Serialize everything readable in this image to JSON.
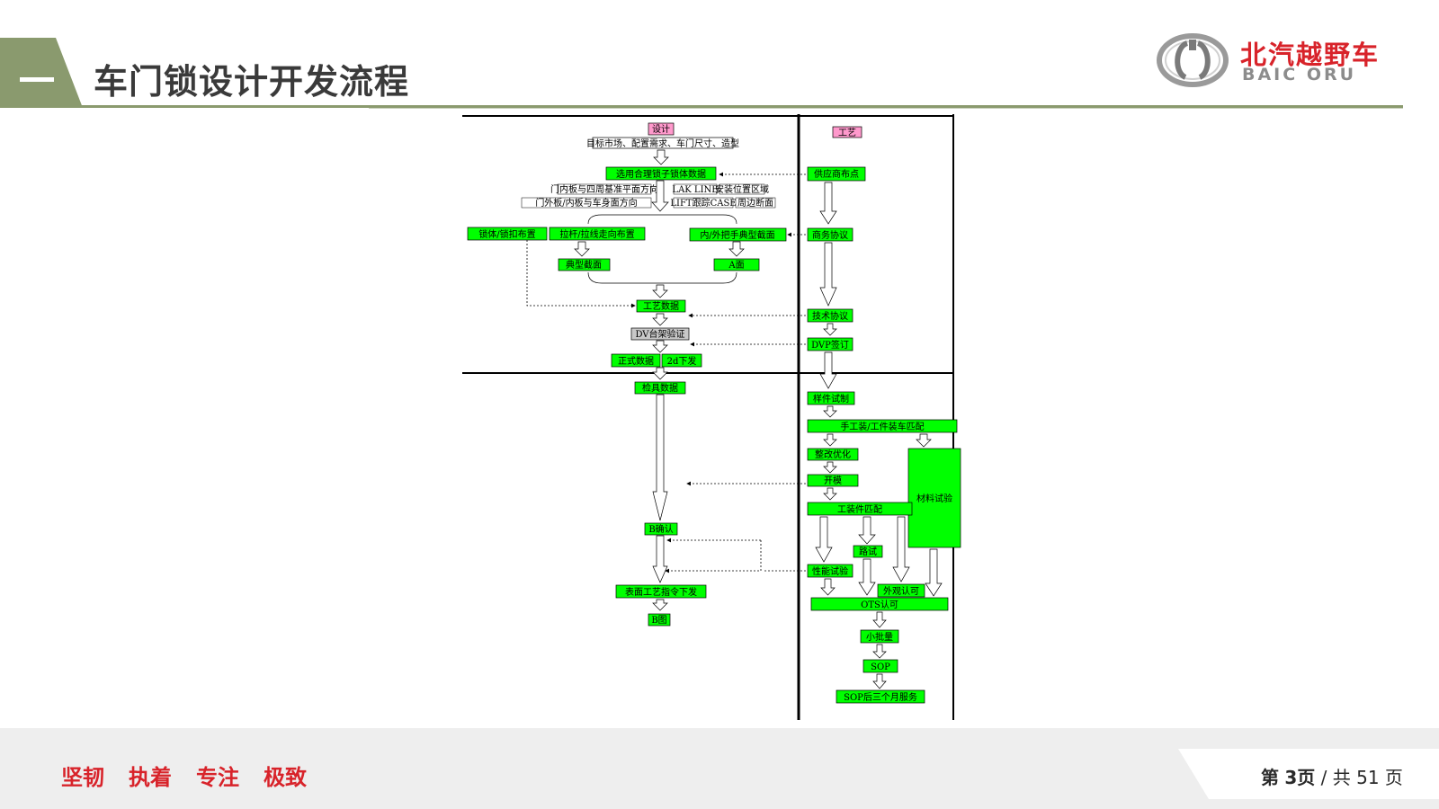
{
  "header": {
    "title": "车门锁设计开发流程",
    "dash": "—"
  },
  "logo": {
    "cn": "北汽越野车",
    "en": "BAIC ORU"
  },
  "flow": {
    "lane_design": "设计",
    "lane_process": "工艺",
    "d1": "目标市场、配置需求、车门尺寸、造型",
    "d2": "选用合理锁子锁体数据",
    "d3a": "门内板与四周基准平面方向",
    "d3b": "门外板/内板与车身面方向",
    "d3c": "LAK LINE",
    "d3d": "安装位置区域",
    "d3e": "LIFT跟踪CASE",
    "d3f": "周边断面",
    "d4a": "锁体/锁扣布置",
    "d4b": "拉杆/拉线走向布置",
    "d4c": "内/外把手典型截面",
    "d5a": "典型截面",
    "d5b": "A面",
    "d6": "工艺数据",
    "d7": "DV台架验证",
    "d8a": "正式数据",
    "d8b": "2d下发",
    "d9": "检具数据",
    "d10": "B确认",
    "d11": "表面工艺指令下发",
    "d12": "B图",
    "p1": "供应商布点",
    "p2": "商务协议",
    "p3": "技术协议",
    "p4": "DVP签订",
    "p5": "样件试制",
    "p6": "手工装/工件装车匹配",
    "p7": "整改优化",
    "p8": "开模",
    "p9": "材料试验",
    "p10": "工装件匹配",
    "p11": "路试",
    "p12": "性能试验",
    "p13": "外观认可",
    "p14": "OTS认可",
    "p15": "小批量",
    "p16": "SOP",
    "p17": "SOP后三个月服务"
  },
  "footer": {
    "motto": [
      "坚韧",
      "执着",
      "专注",
      "极致"
    ],
    "page_prefix": "第",
    "page_current": "3页",
    "page_sep": "/",
    "page_total": "共 51 页"
  },
  "colors": {
    "accent_green": "#8a9a6e",
    "brand_red": "#d8232a",
    "box_green": "#00ff00",
    "lane_pink": "#ff99cc"
  }
}
